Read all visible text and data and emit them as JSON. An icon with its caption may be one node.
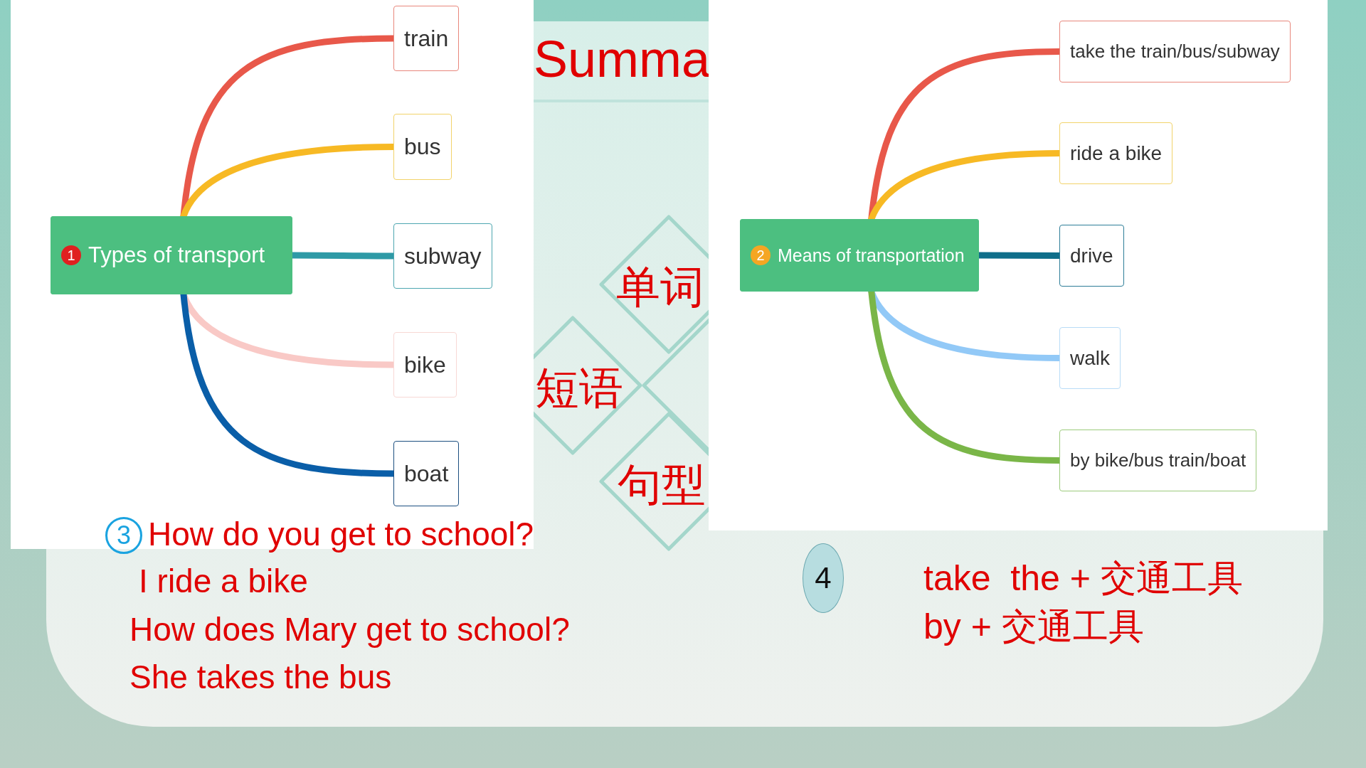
{
  "diagram": {
    "nodes": [
      {
        "text": [
          "1",
          "Types of transport"
        ]
      },
      {
        "text": [
          "train"
        ]
      },
      {
        "text": [
          "bus"
        ]
      },
      {
        "text": [
          "subway"
        ]
      },
      {
        "text": [
          "bike"
        ]
      },
      {
        "text": [
          "boat"
        ]
      },
      {
        "text": [
          "2",
          "Means of transportation"
        ]
      },
      {
        "text": [
          "take the train/bus/subway"
        ]
      },
      {
        "text": [
          "ride a bike"
        ]
      },
      {
        "text": [
          "drive"
        ]
      },
      {
        "text": [
          "walk"
        ]
      },
      {
        "text": [
          "by bike/bus train/boat"
        ]
      },
      {
        "text": [
          "4"
        ]
      }
    ],
    "edges": [
      {
        "from": 0,
        "to": 1,
        "arrow": "none",
        "color": "#e8584a"
      },
      {
        "from": 0,
        "to": 2,
        "arrow": "none",
        "color": "#f7b924"
      },
      {
        "from": 0,
        "to": 3,
        "arrow": "none",
        "color": "#2e9aa6"
      },
      {
        "from": 0,
        "to": 4,
        "arrow": "none",
        "color": "#f9c9c6"
      },
      {
        "from": 0,
        "to": 5,
        "arrow": "none",
        "color": "#0a5ea8"
      },
      {
        "from": 6,
        "to": 7,
        "arrow": "none",
        "color": "#e8584a"
      },
      {
        "from": 6,
        "to": 8,
        "arrow": "none",
        "color": "#f7b924"
      },
      {
        "from": 6,
        "to": 9,
        "arrow": "none",
        "color": "#0f6e8a"
      },
      {
        "from": 6,
        "to": 10,
        "arrow": "none",
        "color": "#92c9f7"
      },
      {
        "from": 6,
        "to": 11,
        "arrow": "none",
        "color": "#7ab648"
      }
    ],
    "labels": [
      "Summa",
      "单词",
      "短语",
      "句型",
      "3",
      "How do you get to school?",
      "I ride a bike",
      "How does Mary get to school?",
      "She takes the bus",
      "take  the + 交通工具",
      "by + 交通工具"
    ]
  }
}
